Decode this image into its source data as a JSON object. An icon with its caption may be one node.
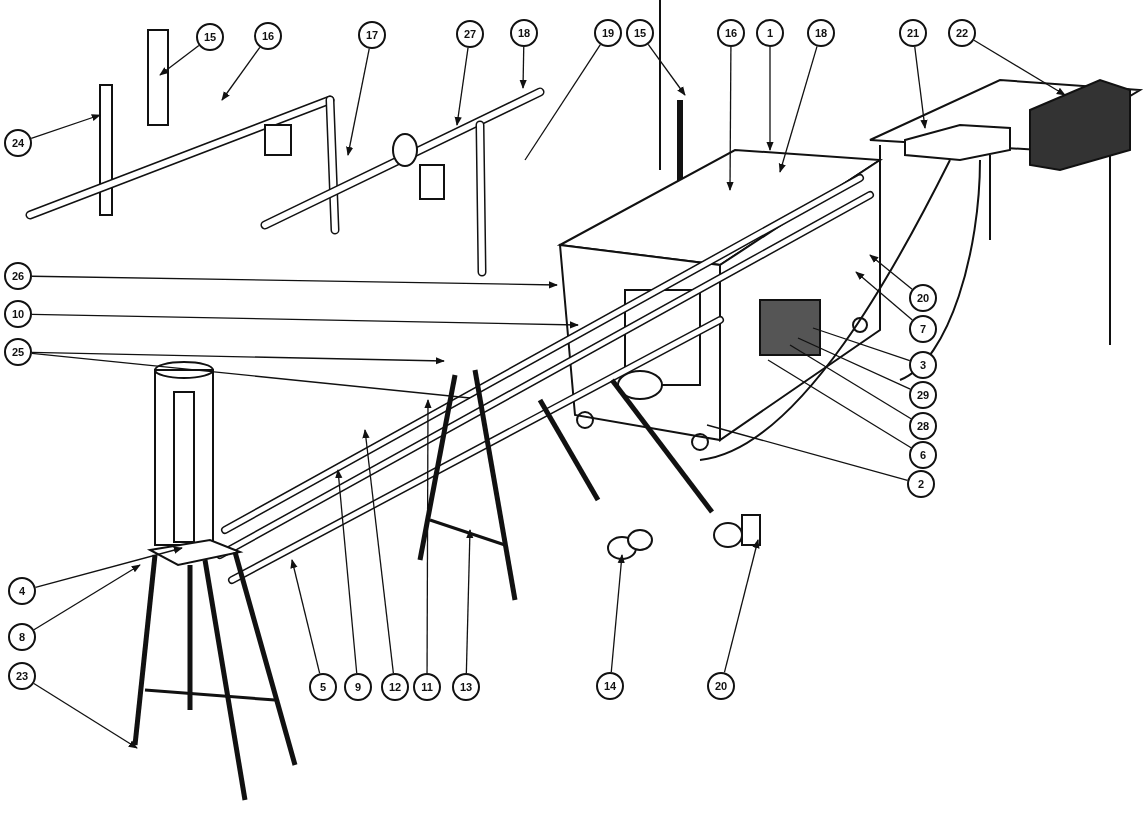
{
  "diagram": {
    "nodes": [
      {
        "text": [
          "15"
        ]
      },
      {
        "text": [
          "16"
        ]
      },
      {
        "text": [
          "17"
        ]
      },
      {
        "text": [
          "27"
        ]
      },
      {
        "text": [
          "18"
        ]
      },
      {
        "text": [
          "19"
        ]
      },
      {
        "text": [
          "15"
        ]
      },
      {
        "text": [
          "16"
        ]
      },
      {
        "text": [
          "1"
        ]
      },
      {
        "text": [
          "18"
        ]
      },
      {
        "text": [
          "21"
        ]
      },
      {
        "text": [
          "22"
        ]
      },
      {
        "text": [
          "24"
        ]
      },
      {
        "text": [
          "26"
        ]
      },
      {
        "text": [
          "10"
        ]
      },
      {
        "text": [
          "25"
        ]
      },
      {
        "text": [
          "20"
        ]
      },
      {
        "text": [
          "7"
        ]
      },
      {
        "text": [
          "3"
        ]
      },
      {
        "text": [
          "29"
        ]
      },
      {
        "text": [
          "28"
        ]
      },
      {
        "text": [
          "6"
        ]
      },
      {
        "text": [
          "2"
        ]
      },
      {
        "text": [
          "4"
        ]
      },
      {
        "text": [
          "8"
        ]
      },
      {
        "text": [
          "23"
        ]
      },
      {
        "text": [
          "5"
        ]
      },
      {
        "text": [
          "9"
        ]
      },
      {
        "text": [
          "12"
        ]
      },
      {
        "text": [
          "11"
        ]
      },
      {
        "text": [
          "13"
        ]
      },
      {
        "text": [
          "14"
        ]
      },
      {
        "text": [
          "20"
        ]
      }
    ],
    "edges": [
      {
        "from": 0,
        "to": null,
        "arrow": "to"
      },
      {
        "from": 1,
        "to": null,
        "arrow": "to"
      },
      {
        "from": 2,
        "to": null,
        "arrow": "to"
      },
      {
        "from": 3,
        "to": null,
        "arrow": "to"
      },
      {
        "from": 4,
        "to": null,
        "arrow": "to"
      },
      {
        "from": 5,
        "to": null,
        "arrow": "none"
      },
      {
        "from": 6,
        "to": null,
        "arrow": "to"
      },
      {
        "from": 7,
        "to": null,
        "arrow": "to"
      },
      {
        "from": 8,
        "to": null,
        "arrow": "to"
      },
      {
        "from": 9,
        "to": null,
        "arrow": "to"
      },
      {
        "from": 10,
        "to": null,
        "arrow": "to"
      },
      {
        "from": 11,
        "to": null,
        "arrow": "to"
      },
      {
        "from": 12,
        "to": null,
        "arrow": "to"
      },
      {
        "from": 13,
        "to": null,
        "arrow": "to"
      },
      {
        "from": 14,
        "to": null,
        "arrow": "to"
      },
      {
        "from": 15,
        "to": null,
        "arrow": "to"
      },
      {
        "from": 15,
        "to": null,
        "arrow": "none"
      },
      {
        "from": 16,
        "to": null,
        "arrow": "to"
      },
      {
        "from": 17,
        "to": null,
        "arrow": "to"
      },
      {
        "from": 18,
        "to": null,
        "arrow": "none"
      },
      {
        "from": 19,
        "to": null,
        "arrow": "none"
      },
      {
        "from": 20,
        "to": null,
        "arrow": "none"
      },
      {
        "from": 21,
        "to": null,
        "arrow": "none"
      },
      {
        "from": 22,
        "to": null,
        "arrow": "none"
      },
      {
        "from": 23,
        "to": null,
        "arrow": "to"
      },
      {
        "from": 24,
        "to": null,
        "arrow": "to"
      },
      {
        "from": 25,
        "to": null,
        "arrow": "to"
      },
      {
        "from": 26,
        "to": null,
        "arrow": "to"
      },
      {
        "from": 27,
        "to": null,
        "arrow": "to"
      },
      {
        "from": 28,
        "to": null,
        "arrow": "to"
      },
      {
        "from": 29,
        "to": null,
        "arrow": "to"
      },
      {
        "from": 30,
        "to": null,
        "arrow": "to"
      },
      {
        "from": 31,
        "to": null,
        "arrow": "to"
      },
      {
        "from": 32,
        "to": null,
        "arrow": "to"
      }
    ]
  }
}
